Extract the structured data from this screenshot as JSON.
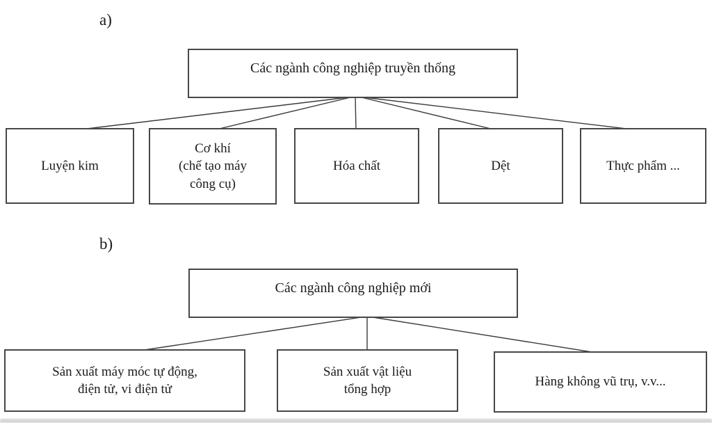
{
  "colors": {
    "background": "#ffffff",
    "box_border": "#474747",
    "line": "#3a3a3a",
    "text": "#1c1c1c",
    "bottom_band": "#c9c9c9"
  },
  "diagram_a": {
    "label": "a)",
    "root": "Các ngành công nghiệp truyền thống",
    "children": [
      "Luyện kim",
      "Cơ khí\n(chế tạo máy\ncông cụ)",
      "Hóa chất",
      "Dệt",
      "Thực phẩm ..."
    ]
  },
  "diagram_b": {
    "label": "b)",
    "root": "Các ngành công nghiệp mới",
    "children": [
      "Sản xuất máy móc tự động,\nđiện tử, vi điện tử",
      "Sản xuất vật liệu\ntổng hợp",
      "Hàng không vũ trụ, v.v..."
    ]
  }
}
